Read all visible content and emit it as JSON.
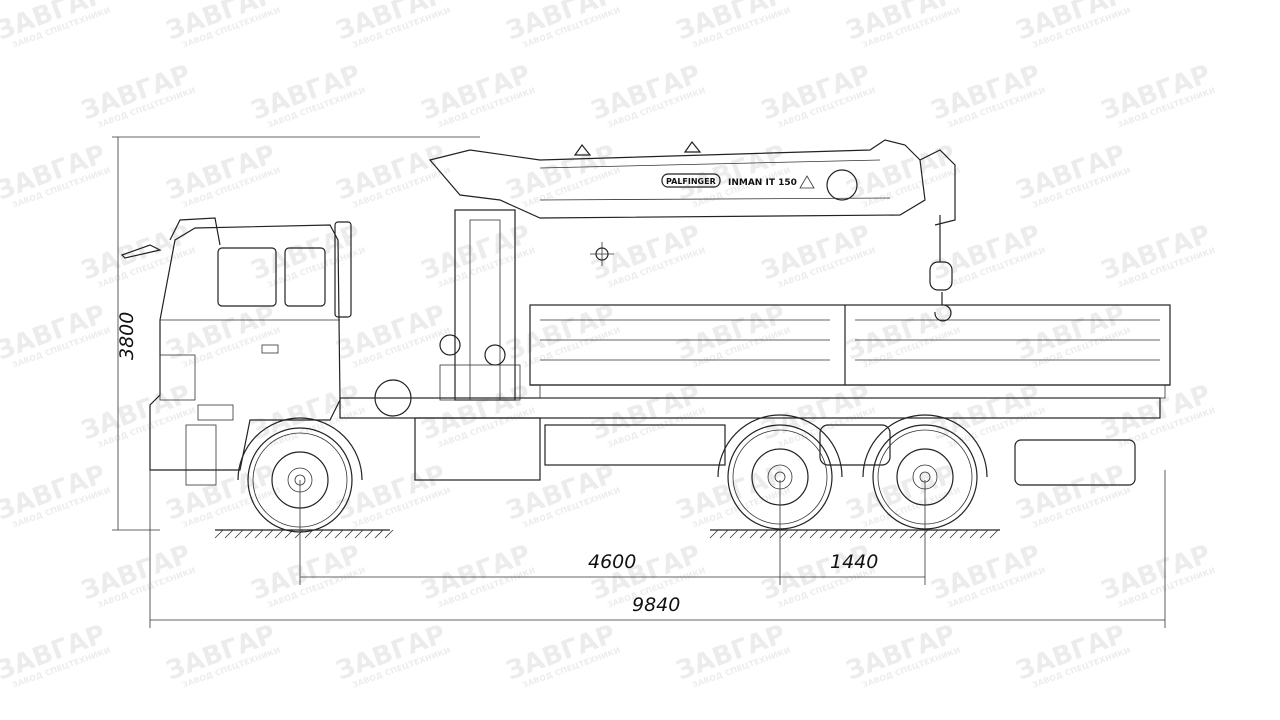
{
  "drawing": {
    "title": "Truck with loader crane side view",
    "crane_brand": "PALFINGER",
    "crane_model": "INMAN IT 150",
    "dimensions": {
      "height": "3800",
      "wheelbase_front": "4600",
      "rear_axle_spacing": "1440",
      "overall_length": "9840"
    }
  },
  "watermark": {
    "brand": "ЗАВГАР",
    "tagline": "ЗАВОД СПЕЦТЕХНИКИ"
  }
}
